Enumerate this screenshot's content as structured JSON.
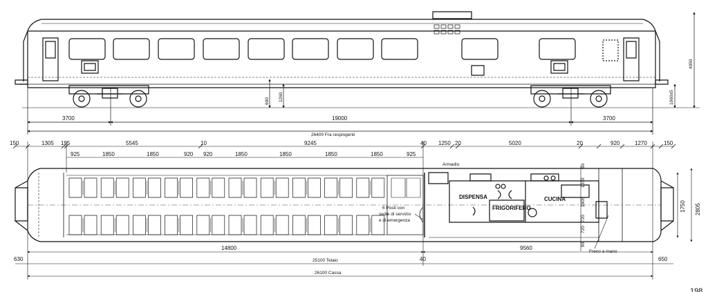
{
  "side_elevation": {
    "dimensions": {
      "bogie_offset_left": "3700",
      "bogie_centres": "19000",
      "bogie_offset_right": "3700",
      "over_buffers": "26400 Fra respingenti",
      "floor_height": "1260",
      "step_height": "600",
      "total_height": "4050",
      "buffer_height": "1060±5"
    }
  },
  "plan_view": {
    "top_dimensions": [
      "150",
      "1305",
      "195",
      "5545",
      "10",
      "9245",
      "40",
      "1250",
      "20",
      "5020",
      "20",
      "920",
      "1270",
      "150"
    ],
    "seat_pitch_dimensions": [
      "925",
      "1850",
      "1850",
      "920",
      "920",
      "1850",
      "1850",
      "1850",
      "1850",
      "925"
    ],
    "rooms": {
      "cupboard": "Armadio",
      "pantry": "DISPENSA",
      "kitchen": "CUCINA",
      "fridge": "FRIGORIFERO"
    },
    "seats_note": [
      "6 Posti con",
      "sedie di servizio",
      "e di emergenza"
    ],
    "brake_note": "Freno a mano",
    "right_widths": [
      "1750",
      "2805"
    ],
    "kitchen_vertical_dims": [
      "90",
      "1030",
      "1905",
      "720",
      "720",
      "90"
    ],
    "bottom_dimensions": {
      "seating_length": "14800",
      "kitchen_length": "9560",
      "left_overhang": "630",
      "right_overhang": "650",
      "frame_split": "40",
      "underframe": "25100 Telaio",
      "body": "26100 Cassa"
    }
  },
  "page_number": "198"
}
